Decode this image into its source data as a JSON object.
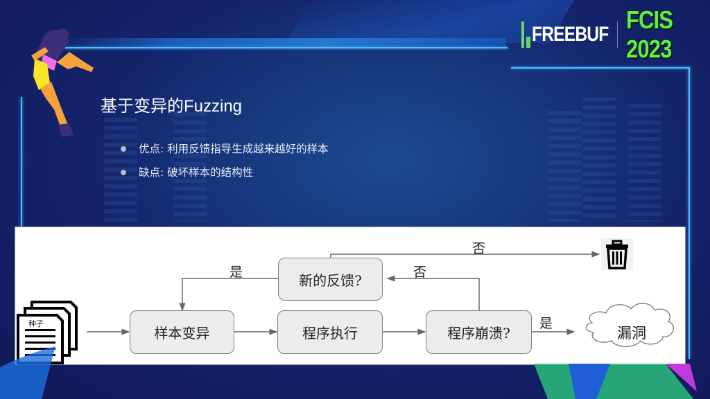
{
  "branding": {
    "left_logo": "FREEBUF",
    "right_logo": "FCIS 2023",
    "accent_green": "#5df04a",
    "frame_blue": "#4cc0ff"
  },
  "slide": {
    "title": "基于变异的Fuzzing",
    "bullets": [
      "优点: 利用反馈指导生成越来越好的样本",
      "缺点: 破坏样本的结构性"
    ]
  },
  "diagram": {
    "seed_icon": {
      "icon": "document-stack-icon",
      "label": "种子"
    },
    "nodes": {
      "mutate": "样本变异",
      "execute": "程序执行",
      "crash": "程序崩溃?",
      "feedback": "新的反馈?",
      "vuln": "漏洞",
      "discard": {
        "icon": "trash-icon"
      }
    },
    "edge_labels": {
      "feedback_yes": "是",
      "feedback_no": "否",
      "crash_no": "否",
      "crash_yes": "是"
    },
    "edges": [
      {
        "from": "seed",
        "to": "mutate",
        "label": ""
      },
      {
        "from": "mutate",
        "to": "execute",
        "label": ""
      },
      {
        "from": "execute",
        "to": "crash",
        "label": ""
      },
      {
        "from": "crash",
        "to": "vuln",
        "label": "是"
      },
      {
        "from": "crash",
        "to": "feedback",
        "label": "否"
      },
      {
        "from": "feedback",
        "to": "mutate",
        "label": "是"
      },
      {
        "from": "feedback",
        "to": "discard",
        "label": "否"
      }
    ]
  }
}
